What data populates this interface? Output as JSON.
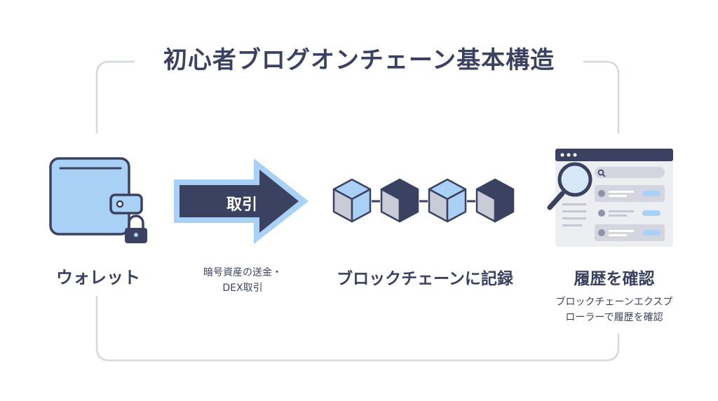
{
  "title": "初心者ブログオンチェーン基本構造",
  "steps": [
    {
      "label": "ウォレット",
      "icon": "wallet-icon"
    },
    {
      "label": "取引",
      "description_lines": [
        "暗号資産の送金・",
        "DEX取引"
      ],
      "icon": "arrow-icon"
    },
    {
      "label": "ブロックチェーンに記録",
      "icon": "blockchain-icon"
    },
    {
      "label": "履歴を確認",
      "description_lines": [
        "ブロックチェーンエクスプ",
        "ローラーで履歴を確認"
      ],
      "icon": "explorer-icon"
    }
  ],
  "colors": {
    "navy": "#3b4261",
    "light_blue": "#a9d0f5",
    "grey": "#c9ccd6",
    "frame": "#d5d8df"
  }
}
